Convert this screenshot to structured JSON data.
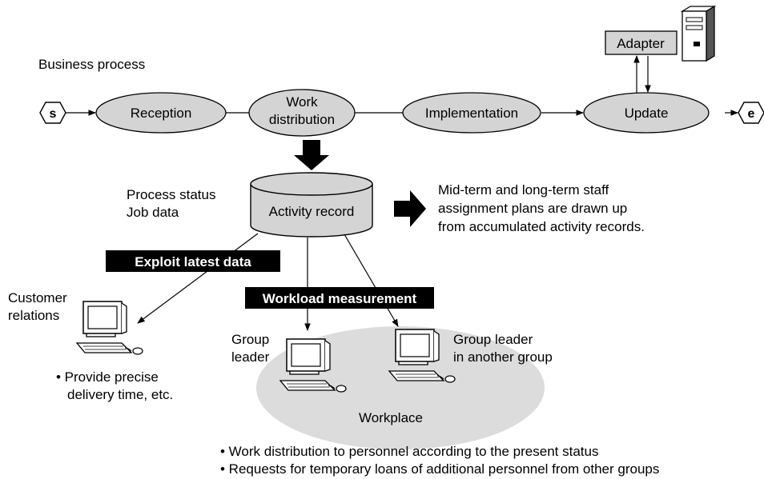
{
  "process_label": "Business process",
  "start_terminal": "s",
  "end_terminal": "e",
  "steps": [
    {
      "lines": [
        "Reception"
      ]
    },
    {
      "lines": [
        "Work",
        "distribution"
      ]
    },
    {
      "lines": [
        "Implementation"
      ]
    },
    {
      "lines": [
        "Update"
      ]
    }
  ],
  "adapter_label": "Adapter",
  "db": {
    "label": "Activity record",
    "side_lines": [
      "Process status",
      "Job data"
    ]
  },
  "plans_lines": [
    "Mid-term and long-term staff",
    "assignment plans are drawn up",
    "from accumulated activity records."
  ],
  "exploit_label": "Exploit latest data",
  "workload_label": "Workload measurement",
  "customer": {
    "lines": [
      "Customer",
      "relations"
    ],
    "notes": [
      "• Provide precise",
      "delivery time, etc."
    ]
  },
  "group_leader_lines": [
    "Group",
    "leader"
  ],
  "other_leader_lines": [
    "Group leader",
    "in another group"
  ],
  "workplace_label": "Workplace",
  "bottom_notes": [
    "• Work distribution to personnel according to the present status",
    "• Requests for temporary loans of additional personnel from other groups"
  ],
  "colors": {
    "step_fill": "#d4d4d4",
    "workplace_fill": "#dcdcdc",
    "label_bg": "#000000",
    "adapter_fill": "#d4d4d4"
  }
}
